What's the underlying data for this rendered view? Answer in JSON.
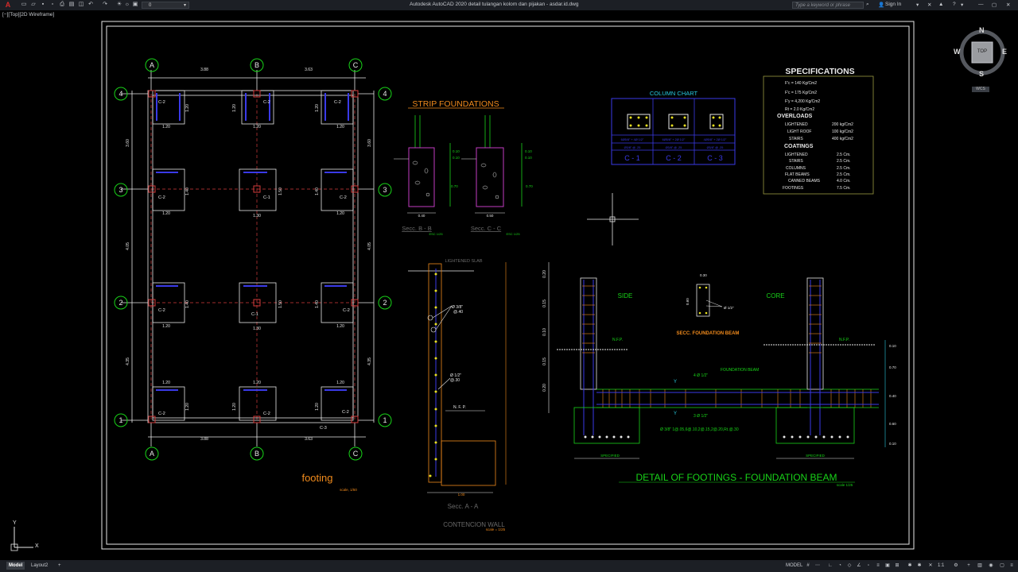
{
  "window": {
    "app_button": "A",
    "layer": "0",
    "title": "Autodesk AutoCAD 2020    detail tulangan kolom dan pijakan - asdar.id.dwg",
    "search_placeholder": "Type a keyword or phrase",
    "sign_in": "Sign In",
    "viewport_label": "[−][Top][2D Wireframe]"
  },
  "viewcube": {
    "top": "TOP",
    "n": "N",
    "s": "S",
    "e": "E",
    "w": "W",
    "wcs": "WCS"
  },
  "status": {
    "tab_model": "Model",
    "tab_layout": "Layout2",
    "model_label": "MODEL",
    "scale": "1:1"
  },
  "plan": {
    "axes_top": [
      "A",
      "B",
      "C"
    ],
    "axes_side": [
      "4",
      "3",
      "2",
      "1"
    ],
    "dims_top": [
      "3.88",
      "3.63"
    ],
    "dims_bottom": [
      "3.88",
      "3.63"
    ],
    "dims_left": [
      "3.60",
      "4.05",
      "4.35"
    ],
    "dims_right": [
      "3.60",
      "4.05",
      "4.35"
    ],
    "col_c1": "C-1",
    "col_c2": "C-2",
    "col_c3": "C-3",
    "dim_120": "1.20",
    "dim_130": "1.30",
    "dim_140": "1.40",
    "dim_150": "1.50",
    "title": "footing",
    "scale": "scale, 1/50"
  },
  "strip": {
    "title": "STRIP FOUNDATIONS",
    "sec_b": "Secc.  B - B",
    "sec_c": "Secc.  C - C",
    "scale": "ESC 1/25",
    "dim_040": "0.40",
    "dim_050": "0.50",
    "dim_010": "0.10",
    "dim_070": "0.70"
  },
  "column_chart": {
    "title": "COLUMN CHART",
    "bars": [
      "6Ø5/8\" + 4Ø 1/2\"",
      "6Ø5/8\" + 2Ø 1/2\"",
      "4Ø5/8\" + 2Ø 1/2\""
    ],
    "stirrups": [
      "Ø3/8\" @ .25",
      "Ø3/8\" @ .25",
      "Ø3/8\" @ .25"
    ],
    "labels": [
      "C - 1",
      "C - 2",
      "C - 3"
    ]
  },
  "specs": {
    "title": "SPECIFICATIONS",
    "lines": [
      "F'c = 140 Kg/Cm2",
      "F'c = 175 Kg/Cm2",
      "F'y = 4,200 Kg/Cm2",
      "Rt = 2.0 Kg/Cm2"
    ],
    "overloads_title": "OVERLOADS",
    "overloads": [
      {
        "name": "LIGHTENED",
        "value": "200 kg/Cm2"
      },
      {
        "name": "LIGHT ROOF",
        "value": "100 kg/Cm2"
      },
      {
        "name": "STAIRS",
        "value": "400 kg/Cm2"
      }
    ],
    "coatings_title": "COATINGS",
    "coatings": [
      {
        "name": "LIGHTENED",
        "value": "2.5 Cm."
      },
      {
        "name": "STAIRS",
        "value": "2.5 Cm."
      },
      {
        "name": "COLUMNS",
        "value": "2.5 Cm."
      },
      {
        "name": "FLAT BEAMS",
        "value": "2.5 Cm."
      },
      {
        "name": "CANNED BEAMS",
        "value": "4.0 Cm."
      },
      {
        "name": "FOOTINGS",
        "value": "7.5 Cm."
      }
    ]
  },
  "wall": {
    "slab": "LIGHTENED SLAB",
    "rebar1": "Ø 3/8\"",
    "rebar1b": "@.40",
    "rebar2": "Ø 1/2\"",
    "rebar2b": "@.30",
    "nfp": "N. F. P.",
    "sec": "Secc.  A - A",
    "title": "CONTENCION WALL",
    "scale": "scale = 1/25",
    "base": "1.00"
  },
  "detail": {
    "side": "SIDE",
    "core": "CORE",
    "sec_beam": "SECC. FOUNDATION BEAM",
    "beam_dim_a": "0.30",
    "beam_dim_b": "0.60",
    "beam_rebar": "Ø 1/2\"",
    "foundation_beam": "FOUNDATION BEAM",
    "nfp": "N.F.P.",
    "bar_top": "4 Ø 1/2\"",
    "bar_bot": "3 Ø 1/2\"",
    "stirrup_spec": "Ø 3/8\" 1@.05,6@.10,2@.15,2@.20,Rt.@.30",
    "footing1": "SPECIFIED",
    "footing2": "SPECIFIED",
    "left_dims": [
      "0.20",
      "0.15",
      "0.10",
      "0.15",
      "0.20"
    ],
    "right_dims": [
      "0.10",
      "0.70",
      "0.40",
      "0.60",
      "0.10"
    ],
    "title": "DETAIL OF FOOTINGS - FOUNDATION BEAM",
    "scale": "scale 1/25",
    "y_label": "Y"
  },
  "ucs": {
    "x": "X",
    "y": "Y"
  },
  "colors": {
    "green": "#18d418",
    "orange": "#f08a1c",
    "blue": "#3a3ae8",
    "white": "#e8e8e8",
    "red": "#d43c3c",
    "cyan": "#27c9e0",
    "magenta": "#c23cc2",
    "yellow": "#e8e020"
  }
}
